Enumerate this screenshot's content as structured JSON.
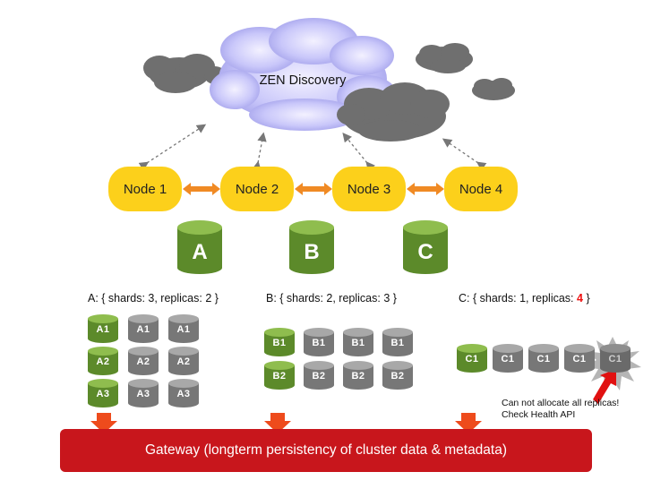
{
  "discovery": {
    "label": "ZEN Discovery"
  },
  "nodes": [
    {
      "label": "Node 1"
    },
    {
      "label": "Node 2"
    },
    {
      "label": "Node 3"
    },
    {
      "label": "Node 4"
    }
  ],
  "indices": [
    {
      "name": "A",
      "config_prefix": "A: { shards: 3, replicas: ",
      "replicas_value": "2",
      "config_suffix": " }",
      "rows": [
        [
          "A1",
          "A1",
          "A1"
        ],
        [
          "A2",
          "A2",
          "A2"
        ],
        [
          "A3",
          "A3",
          "A3"
        ]
      ]
    },
    {
      "name": "B",
      "config_prefix": "B: { shards: 2, replicas: ",
      "replicas_value": "3",
      "config_suffix": " }",
      "rows": [
        [
          "B1",
          "B1",
          "B1",
          "B1"
        ],
        [
          "B2",
          "B2",
          "B2",
          "B2"
        ]
      ]
    },
    {
      "name": "C",
      "config_prefix": "C: { shards: 1, replicas: ",
      "replicas_value": "4",
      "config_suffix": " }",
      "rows": [
        [
          "C1",
          "C1",
          "C1",
          "C1",
          "C1"
        ]
      ]
    }
  ],
  "warning": {
    "line1": "Can not allocate all replicas!",
    "line2": "Check Health API"
  },
  "gateway": {
    "label": "Gateway (longterm persistency of cluster data & metadata)"
  },
  "colors": {
    "node": "#fcd01b",
    "primary_shard": "#5c8a2a",
    "replica_shard": "#777777",
    "gateway": "#c8161c",
    "arrow": "#f08a24",
    "cloud_discovery": "#b8b8f4",
    "cloud_dark": "#6f6f6f",
    "alert": "#e11111"
  }
}
